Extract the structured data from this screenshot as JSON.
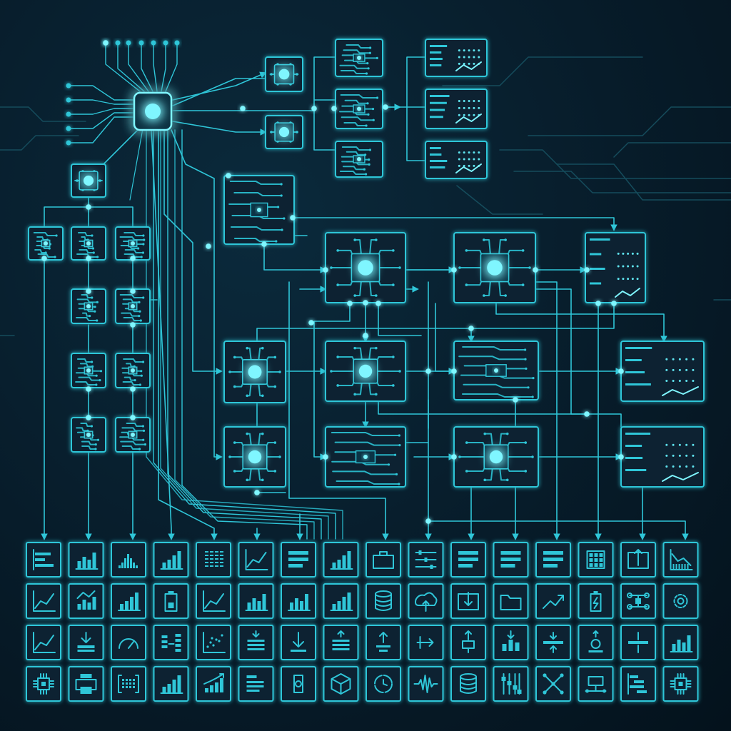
{
  "theme": {
    "background": "#061826",
    "line": "#2fc6d8",
    "line_dim": "#154c5c",
    "glow": "#7ff6ff",
    "node_fill": "#072232"
  },
  "hub": {
    "icon": "cpu-chip-icon"
  },
  "modules": [
    {
      "name": "module-top-1",
      "icon": "chip-icon"
    },
    {
      "name": "module-top-2",
      "icon": "chip-icon"
    },
    {
      "name": "module-board-1",
      "icon": "circuit-board-icon"
    },
    {
      "name": "module-board-2",
      "icon": "circuit-board-icon"
    },
    {
      "name": "module-board-3",
      "icon": "circuit-board-icon"
    },
    {
      "name": "module-panel-1",
      "icon": "dashboard-panel-icon"
    },
    {
      "name": "module-panel-2",
      "icon": "dashboard-panel-icon"
    },
    {
      "name": "module-panel-3",
      "icon": "dashboard-panel-icon"
    },
    {
      "name": "module-mid-1",
      "icon": "circuit-board-icon"
    },
    {
      "name": "module-core-1",
      "icon": "processor-icon"
    },
    {
      "name": "module-core-2",
      "icon": "processor-icon"
    },
    {
      "name": "module-core-3",
      "icon": "dashboard-panel-icon"
    },
    {
      "name": "module-core-4",
      "icon": "processor-icon"
    },
    {
      "name": "module-core-5",
      "icon": "processor-icon"
    },
    {
      "name": "module-core-6",
      "icon": "circuit-board-icon"
    },
    {
      "name": "module-side-1",
      "icon": "dashboard-panel-icon"
    },
    {
      "name": "module-low-1",
      "icon": "processor-icon"
    },
    {
      "name": "module-low-2",
      "icon": "circuit-board-icon"
    },
    {
      "name": "module-low-3",
      "icon": "processor-icon"
    },
    {
      "name": "module-side-2",
      "icon": "dashboard-panel-icon"
    },
    {
      "name": "module-left-1",
      "icon": "chip-icon"
    },
    {
      "name": "module-left-2",
      "icon": "circuit-board-icon"
    },
    {
      "name": "module-left-3",
      "icon": "circuit-board-icon"
    },
    {
      "name": "module-left-4",
      "icon": "circuit-board-icon"
    },
    {
      "name": "module-left-5",
      "icon": "circuit-board-icon"
    },
    {
      "name": "module-left-6",
      "icon": "circuit-board-icon"
    },
    {
      "name": "module-left-7",
      "icon": "circuit-board-icon"
    },
    {
      "name": "module-left-8",
      "icon": "circuit-board-icon"
    },
    {
      "name": "module-left-9",
      "icon": "circuit-board-icon"
    },
    {
      "name": "module-left-10",
      "icon": "circuit-board-icon"
    },
    {
      "name": "module-left-11",
      "icon": "circuit-board-icon"
    }
  ],
  "tile_rows": [
    [
      "hbar-chart-icon",
      "bar-chart-icon",
      "histogram-icon",
      "bar-chart-rising-icon",
      "data-grid-icon",
      "line-chart-icon",
      "list-bars-icon",
      "bar-chart-rising-icon",
      "briefcase-icon",
      "sliders-icon",
      "list-bars-icon",
      "list-bars-icon",
      "list-bars-icon",
      "grid-table-icon",
      "upload-box-icon",
      "line-chart-down-icon"
    ],
    [
      "line-chart-icon",
      "network-bar-icon",
      "bar-chart-rising-icon",
      "device-icon",
      "line-chart-icon",
      "bar-chart-icon",
      "bar-chart-icon",
      "bar-chart-rising-icon",
      "database-download-icon",
      "cloud-upload-icon",
      "download-box-icon",
      "folder-icon",
      "trend-up-icon",
      "battery-icon",
      "network-nodes-icon",
      "gear-icon"
    ],
    [
      "line-chart-icon",
      "download-tray-icon",
      "gauge-icon",
      "transfer-icon",
      "scatter-plot-icon",
      "download-list-icon",
      "download-icon",
      "upload-list-icon",
      "upload-arrows-icon",
      "arrow-right-icon",
      "upload-device-icon",
      "download-bars-icon",
      "merge-arrows-icon",
      "dollar-upload-icon",
      "align-center-icon",
      "bar-chart-icon"
    ],
    [
      "chip-icon",
      "printer-icon",
      "bracket-grid-icon",
      "bar-chart-rising-icon",
      "bar-chart-trend-icon",
      "list-lines-icon",
      "refresh-device-icon",
      "box-3d-icon",
      "cycle-icon",
      "waveform-icon",
      "database-icon",
      "sliders-vertical-icon",
      "network-tree-icon",
      "server-link-icon",
      "gantt-chart-icon",
      "cpu-icon"
    ]
  ]
}
